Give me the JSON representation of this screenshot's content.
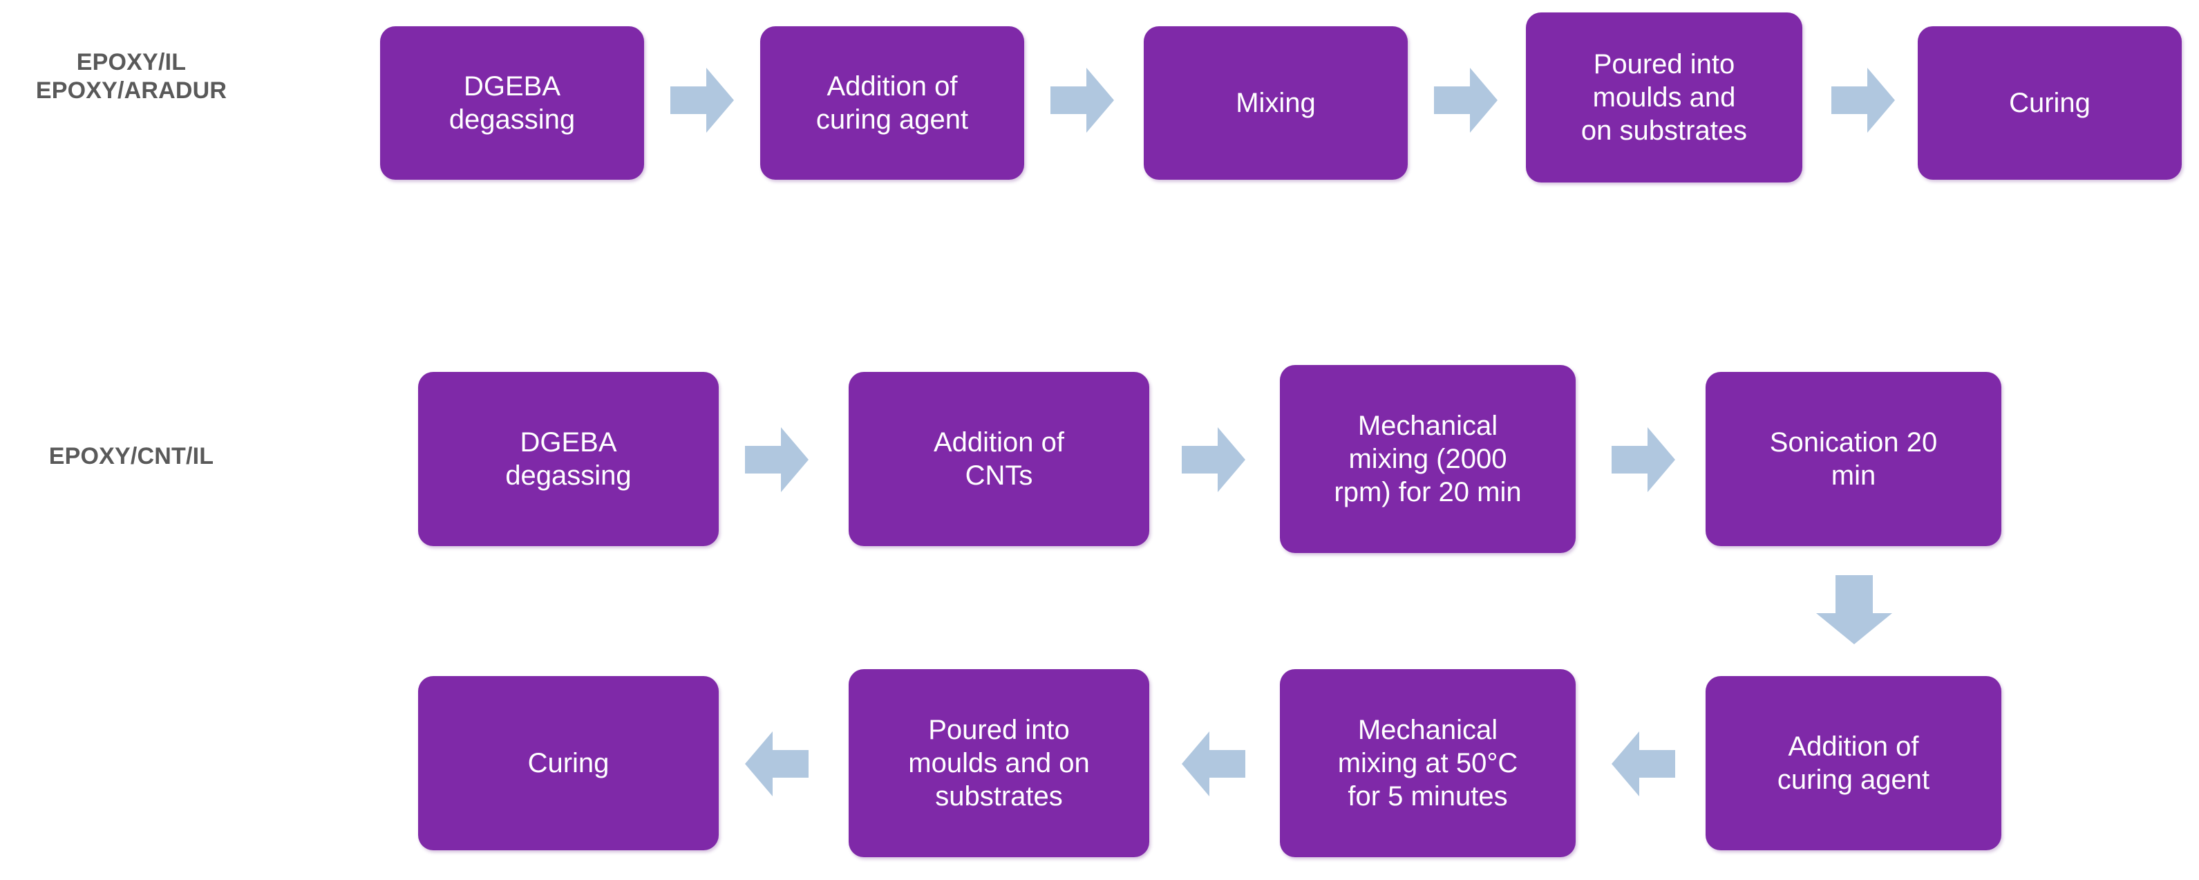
{
  "diagram": {
    "title": "Epoxy composite preparation process flowchart",
    "colors": {
      "box_fill": "#7F29A8",
      "box_text": "#FFFFFF",
      "arrow_fill": "#B0C7DF",
      "row_label_text": "#595959",
      "background": "#FFFFFF"
    }
  },
  "rows": [
    {
      "id": "row-epoxy-il-aradur",
      "label": "EPOXY/IL\nEPOXY/ARADUR",
      "steps": [
        {
          "id": "r1s1",
          "text": "DGEBA\ndegassing"
        },
        {
          "id": "r1s2",
          "text": "Addition of\ncuring agent"
        },
        {
          "id": "r1s3",
          "text": "Mixing"
        },
        {
          "id": "r1s4",
          "text": "Poured into\nmoulds and\non substrates"
        },
        {
          "id": "r1s5",
          "text": "Curing"
        }
      ],
      "arrows": [
        {
          "id": "r1a1",
          "direction": "right"
        },
        {
          "id": "r1a2",
          "direction": "right"
        },
        {
          "id": "r1a3",
          "direction": "right"
        },
        {
          "id": "r1a4",
          "direction": "right"
        }
      ]
    },
    {
      "id": "row-epoxy-cnt-il",
      "label": "EPOXY/CNT/IL",
      "steps": [
        {
          "id": "r2s1",
          "text": "DGEBA\ndegassing"
        },
        {
          "id": "r2s2",
          "text": "Addition of\nCNTs"
        },
        {
          "id": "r2s3",
          "text": "Mechanical\nmixing (2000\nrpm) for 20 min"
        },
        {
          "id": "r2s4",
          "text": "Sonication 20\nmin"
        },
        {
          "id": "r3s1",
          "text": "Addition of\ncuring agent"
        },
        {
          "id": "r3s2",
          "text": "Mechanical\nmixing at 50°C\nfor 5 minutes"
        },
        {
          "id": "r3s3",
          "text": "Poured into\nmoulds and on\nsubstrates"
        },
        {
          "id": "r3s4",
          "text": "Curing"
        }
      ],
      "arrows": [
        {
          "id": "r2a1",
          "direction": "right"
        },
        {
          "id": "r2a2",
          "direction": "right"
        },
        {
          "id": "r2a3",
          "direction": "right"
        },
        {
          "id": "r2a4",
          "direction": "down"
        },
        {
          "id": "r3a1",
          "direction": "left"
        },
        {
          "id": "r3a2",
          "direction": "left"
        },
        {
          "id": "r3a3",
          "direction": "left"
        }
      ]
    }
  ]
}
